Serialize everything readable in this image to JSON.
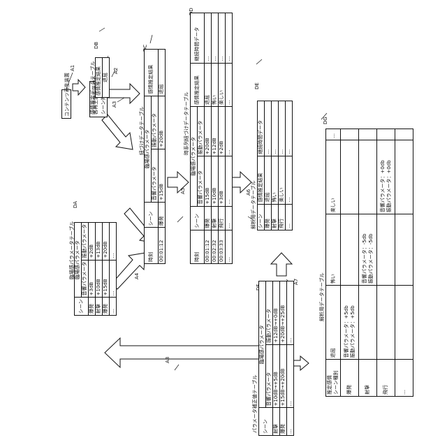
{
  "content_device": "コンテンツ再生装置",
  "scene_box": {
    "line1": "各再生箇所時刻の",
    "line2": "シーン判定"
  },
  "tables": {
    "DA": {
      "ref": "DA",
      "title": "臨場感パラメータテーブル",
      "headers": {
        "scene": "シーン",
        "group": "臨場感パラメータ",
        "sound": "音響パラメータ",
        "vib": "振動パラメータ"
      },
      "rows": [
        [
          "爆発",
          "+3dB",
          "+2dB"
        ],
        [
          "射撃",
          "+10dB",
          "+13dB"
        ],
        [
          "爆発",
          "+15dB",
          "+20dB"
        ],
        [
          "…",
          "…",
          "…"
        ]
      ]
    },
    "DB": {
      "ref": "DB",
      "title": "感情推定データテーブル",
      "header": "感情推定結果",
      "rows": [
        "退屈"
      ]
    },
    "DC": {
      "ref": "DC",
      "title": "紐づけデータテーブル",
      "headers": {
        "time": "時刻",
        "scene": "シーン",
        "group": "臨場感パラメータ",
        "sound": "音響パラメータ",
        "vib": "振動パラメータ",
        "emotion": "感情推定結果"
      },
      "rows": [
        [
          "00:01:12",
          "爆発",
          "+15dB",
          "+20dB",
          "退屈"
        ]
      ]
    },
    "DD": {
      "ref": "DD",
      "title": "時系列紐づけデータテーブル",
      "headers": {
        "time": "時刻",
        "scene": "シーン",
        "group": "臨場感パラメータ",
        "sound": "音響パラメータ",
        "vib": "振動パラメータ",
        "emotion": "感情推定結果",
        "duration": "継続時間データ"
      },
      "rows": [
        [
          "00:01:12",
          "爆発",
          "+15dB",
          "+20dB",
          "退屈",
          "…"
        ],
        [
          "00:02:32",
          "射撃",
          "+10dB",
          "+12dB",
          "怖い",
          "…"
        ],
        [
          "00:03:33",
          "飛行",
          "+3dB",
          "+2dB",
          "楽しい",
          "…"
        ],
        [
          "…",
          "…",
          "…",
          "…",
          "…",
          "…"
        ]
      ]
    },
    "DE": {
      "ref": "DE",
      "title": "解析用データテーブル",
      "headers": {
        "scene": "シーン",
        "emotion": "感情推定結果",
        "duration": "継続時間データ"
      },
      "rows": [
        [
          "爆発",
          "退屈",
          "…"
        ],
        [
          "射撃",
          "怖い",
          "…"
        ],
        [
          "飛行",
          "楽しい",
          "…"
        ],
        [
          "…",
          "…",
          "…"
        ]
      ]
    },
    "DF": {
      "ref": "DF",
      "title": "パラメータ補正値テーブル",
      "headers": {
        "scene": "シーン",
        "group": "臨場感パラメータ",
        "sound": "音響パラメータ",
        "vib": "振動パラメータ"
      },
      "rows": [
        [
          "射撃",
          "+10dB→+5dB",
          "+12dB→+0dB"
        ],
        [
          "爆発",
          "+15dB→+20dB",
          "+20dB→+25dB"
        ],
        [
          "…",
          "…",
          "…"
        ]
      ]
    },
    "DG": {
      "ref": "DG",
      "title": "解析用データテーブル",
      "corner_top": "推定感情",
      "corner_bottom": "シーン種別",
      "columns": [
        "退屈",
        "怖い",
        "楽しい",
        "…"
      ],
      "rows": [
        {
          "scene": "爆発",
          "cells": [
            "音響パラメータ：+5db\n振動パラメータ：+5db",
            "",
            "",
            ""
          ]
        },
        {
          "scene": "射撃",
          "cells": [
            "",
            "音響パラメータ：-5db\n振動パラメータ：-5db",
            "",
            ""
          ]
        },
        {
          "scene": "飛行",
          "cells": [
            "",
            "",
            "音響パラメータ：+0db\n振動パラメータ：+0db",
            ""
          ]
        },
        {
          "scene": "…",
          "cells": [
            "",
            "",
            "",
            ""
          ]
        }
      ]
    }
  },
  "arrow_labels": [
    "A1",
    "A2",
    "A3",
    "A4",
    "A5",
    "A6",
    "A7",
    "A8"
  ]
}
